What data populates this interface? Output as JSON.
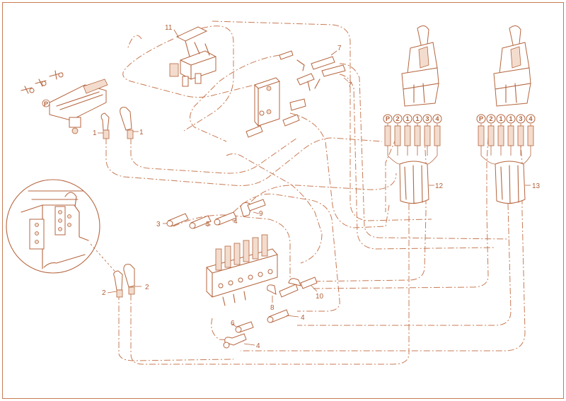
{
  "diagram": {
    "callouts": {
      "c1a": "1",
      "c1b": "1",
      "c2a": "2",
      "c2b": "2",
      "c3": "3",
      "c4a": "4",
      "c4b": "4",
      "c4c": "4",
      "c5": "5",
      "c6": "6",
      "c7a": "7",
      "c7b": "7",
      "c8": "8",
      "c9": "9",
      "c10": "10",
      "c11": "11",
      "c12": "12",
      "c13": "13"
    },
    "port_labels": {
      "left": [
        "P",
        "2",
        "1",
        "1",
        "3",
        "4"
      ],
      "right": [
        "P",
        "2",
        "1",
        "1",
        "3",
        "4"
      ]
    },
    "pedal_port": "P"
  }
}
